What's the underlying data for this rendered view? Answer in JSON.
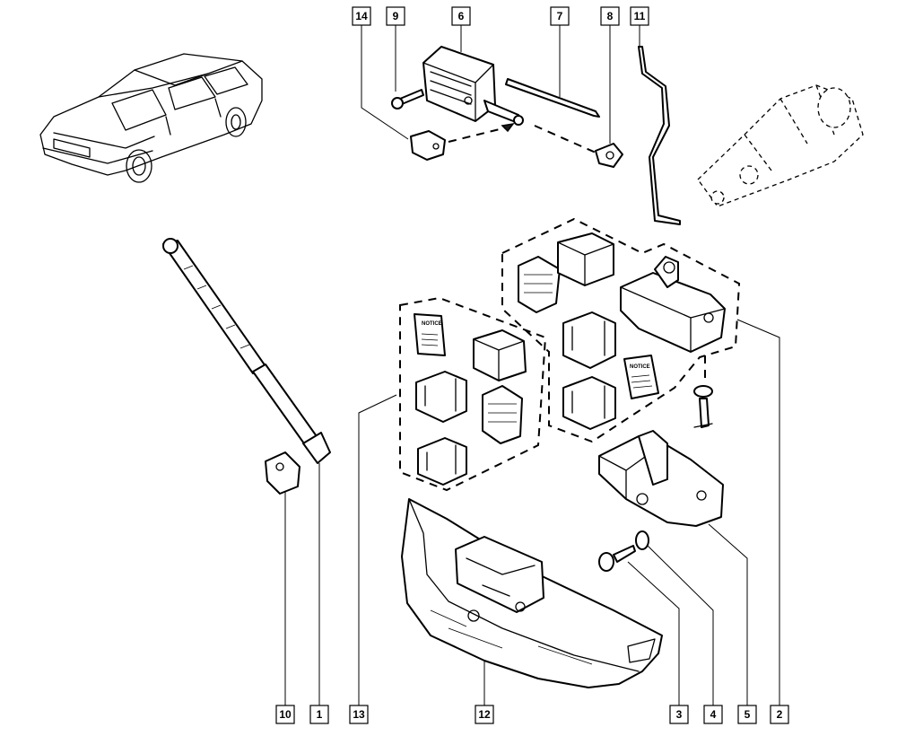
{
  "callouts": [
    {
      "id": "14",
      "label": "14"
    },
    {
      "id": "9",
      "label": "9"
    },
    {
      "id": "6",
      "label": "6"
    },
    {
      "id": "7",
      "label": "7"
    },
    {
      "id": "8",
      "label": "8"
    },
    {
      "id": "11",
      "label": "11"
    },
    {
      "id": "10",
      "label": "10"
    },
    {
      "id": "1",
      "label": "1"
    },
    {
      "id": "13",
      "label": "13"
    },
    {
      "id": "12",
      "label": "12"
    },
    {
      "id": "3",
      "label": "3"
    },
    {
      "id": "4",
      "label": "4"
    },
    {
      "id": "5",
      "label": "5"
    },
    {
      "id": "2",
      "label": "2"
    }
  ],
  "manual_label": "NOTICE"
}
